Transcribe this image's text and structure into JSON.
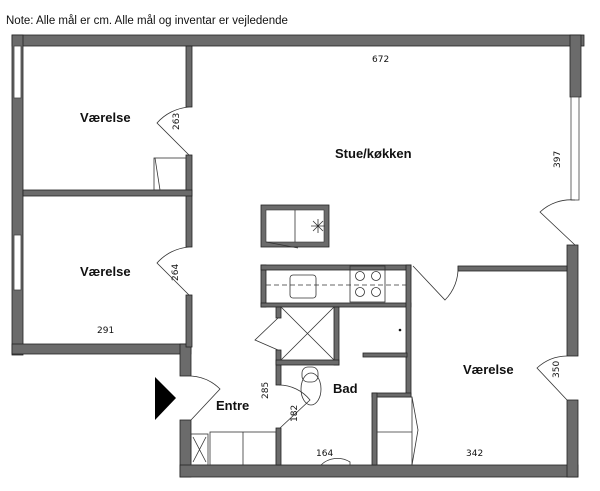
{
  "note": "Note: Alle mål er cm. Alle mål og inventar er vejledende",
  "rooms": {
    "bedroom_top": "Værelse",
    "bedroom_middle": "Værelse",
    "bedroom_right": "Værelse",
    "living_kitchen": "Stue/køkken",
    "bathroom": "Bad",
    "entrance": "Entre"
  },
  "dimensions": {
    "living_width": "672",
    "living_depth": "397",
    "bedroom_top_depth": "263",
    "bedroom_middle_depth": "264",
    "bedroom_middle_width": "291",
    "entrance_depth": "285",
    "bathroom_depth": "182",
    "bathroom_width": "164",
    "bedroom_right_width": "342",
    "bedroom_right_depth": "350"
  }
}
